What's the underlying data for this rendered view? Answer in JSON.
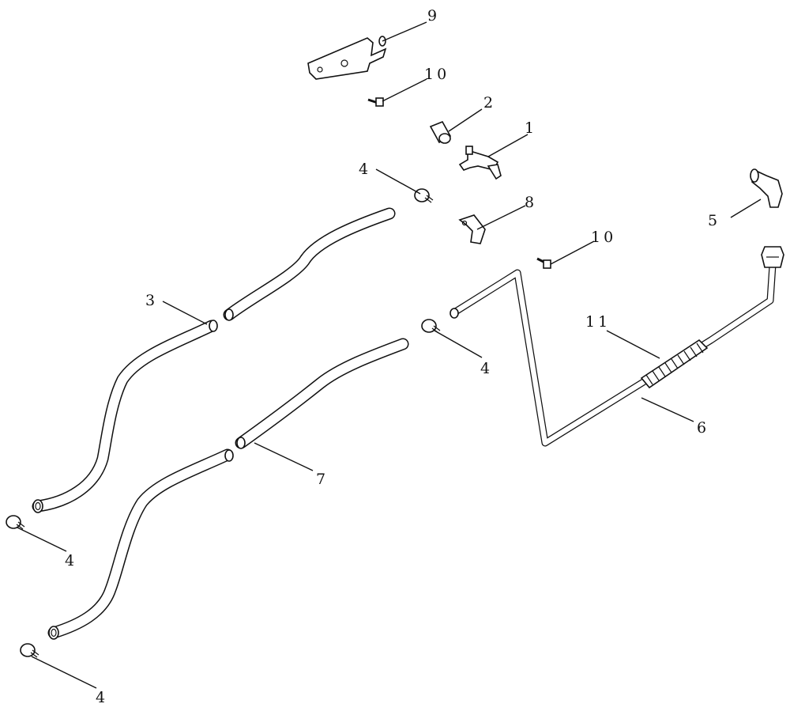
{
  "callouts": {
    "c1": "1",
    "c2": "2",
    "c3": "3",
    "c4a": "4",
    "c4b": "4",
    "c4c": "4",
    "c4d": "4",
    "c5": "5",
    "c6": "6",
    "c7": "7",
    "c8": "8",
    "c9": "9",
    "c10a": "10",
    "c10b": "10",
    "c11": "11"
  }
}
